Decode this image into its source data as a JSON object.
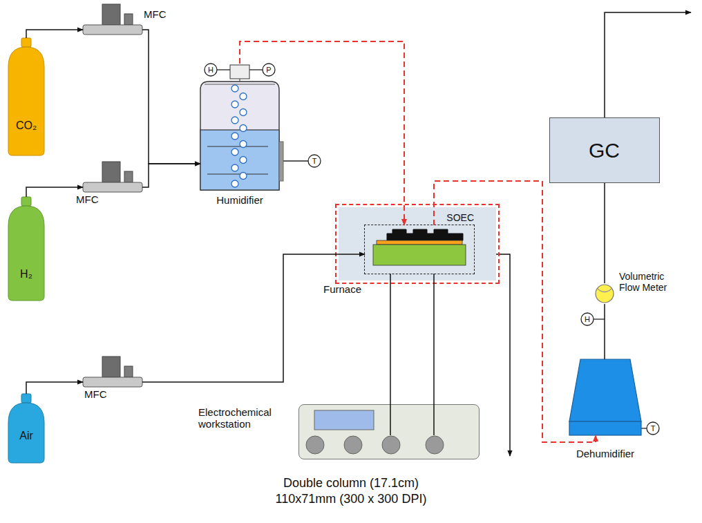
{
  "diagram": {
    "caption": "Double column (17.1cm) 110x71mm (300 x 300 DPI)",
    "nodes": [
      {
        "text": [
          "CO₂"
        ]
      },
      {
        "text": [
          "MFC"
        ]
      },
      {
        "text": [
          "H₂"
        ]
      },
      {
        "text": [
          "MFC"
        ]
      },
      {
        "text": [
          "Air"
        ]
      },
      {
        "text": [
          "MFC"
        ]
      },
      {
        "text": [
          "Humidifier"
        ]
      },
      {
        "text": [
          "Furnace"
        ]
      },
      {
        "text": [
          "SOEC"
        ],
        "in": 7
      },
      {
        "text": [
          "Electrochemical workstation"
        ]
      },
      {
        "text": [
          "GC"
        ]
      },
      {
        "text": [
          "Volumetric Flow Meter"
        ]
      },
      {
        "text": [
          "Dehumidifier"
        ]
      }
    ],
    "edges": [
      {
        "from": 0,
        "to": 1,
        "arrow": "to"
      },
      {
        "from": 2,
        "to": 3,
        "arrow": "to"
      },
      {
        "from": 4,
        "to": 5,
        "arrow": "to"
      },
      {
        "from": 1,
        "to": 6,
        "arrow": "to"
      },
      {
        "from": 3,
        "to": 6,
        "arrow": "to"
      },
      {
        "from": 5,
        "to": 8,
        "arrow": "to"
      },
      {
        "from": 6,
        "to": 8,
        "arrow": "to"
      },
      {
        "from": 8,
        "to": 12,
        "arrow": "to"
      },
      {
        "from": 12,
        "to": 11,
        "arrow": "none"
      },
      {
        "from": 11,
        "to": 10,
        "arrow": "none"
      },
      {
        "from": 8,
        "to": 9,
        "arrow": "none"
      },
      {
        "from": 8,
        "to": 9,
        "arrow": "none"
      }
    ],
    "labels": [
      "H",
      "P",
      "T",
      "H",
      "T"
    ]
  }
}
